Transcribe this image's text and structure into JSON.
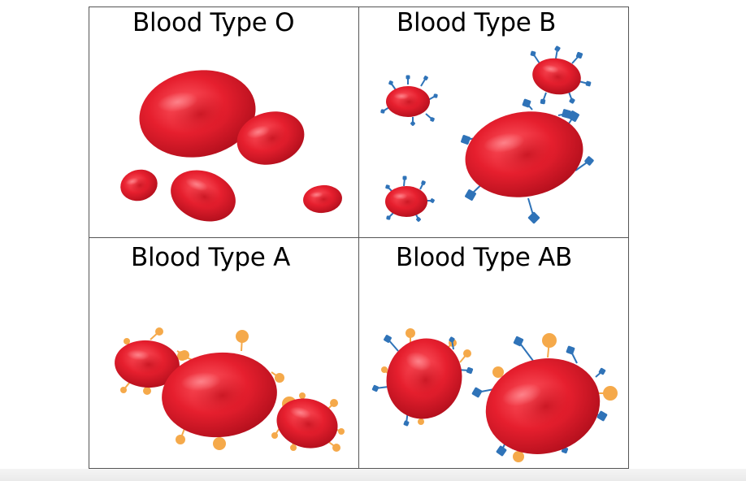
{
  "panels": [
    {
      "title": "Blood Type O",
      "antigens": "none"
    },
    {
      "title": "Blood Type B",
      "antigens": "B"
    },
    {
      "title": "Blood Type A",
      "antigens": "A"
    },
    {
      "title": "Blood Type AB",
      "antigens": "A and B"
    }
  ],
  "colors": {
    "cell": "#e01e2b",
    "cell_dark": "#b50e1c",
    "cell_highlight": "#ff6a72",
    "antigen_a": "#f5a94a",
    "antigen_b": "#2f73b8",
    "border": "#555555"
  }
}
